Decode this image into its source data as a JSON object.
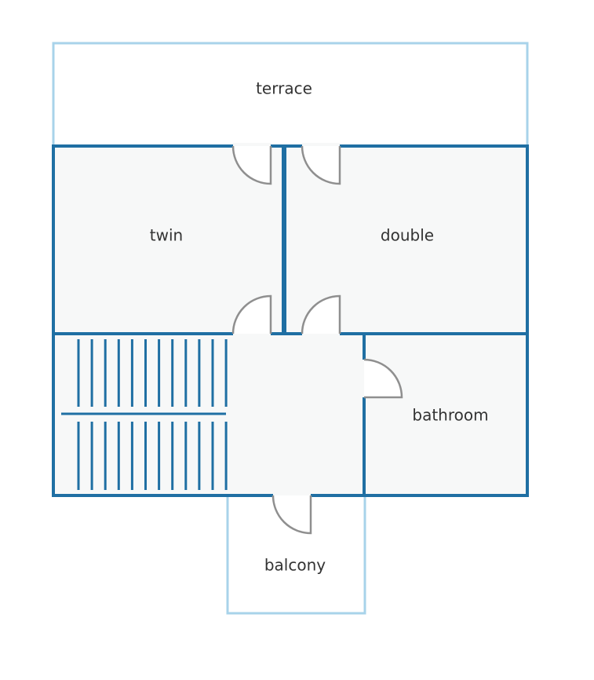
{
  "rooms": {
    "terrace": "terrace",
    "twin": "twin",
    "double": "double",
    "bathroom": "bathroom",
    "balcony": "balcony"
  },
  "colors": {
    "wall": "#1f6fa3",
    "outdoor_outline": "#a8d3ea",
    "floor": "#f7f8f8",
    "door": "#8f8f8f",
    "door_fill": "#ffffff",
    "stair": "#1f6fa3",
    "label": "#333333"
  },
  "stairs": {
    "upper_flight_steps": 12,
    "lower_flight_steps": 12
  }
}
